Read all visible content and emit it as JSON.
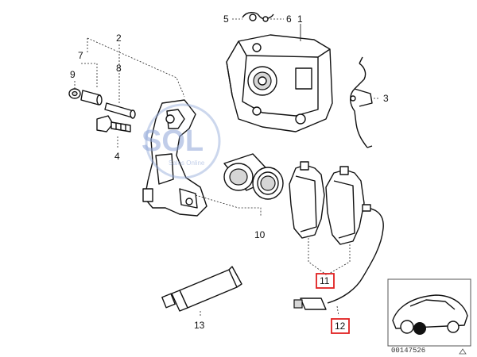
{
  "callouts": {
    "n1": "1",
    "n2": "2",
    "n3": "3",
    "n4": "4",
    "n5": "5",
    "n6": "6",
    "n7": "7",
    "n8": "8",
    "n9": "9",
    "n10": "10",
    "n11": "11",
    "n12": "12",
    "n13": "13"
  },
  "highlighted_callouts": [
    "11",
    "12"
  ],
  "highlight_color": "#e02020",
  "watermark": {
    "logo": "SOL",
    "tagline": "Sales Online"
  },
  "watermark_color": "#8fa6d8",
  "inset": {
    "code": "00147526"
  }
}
